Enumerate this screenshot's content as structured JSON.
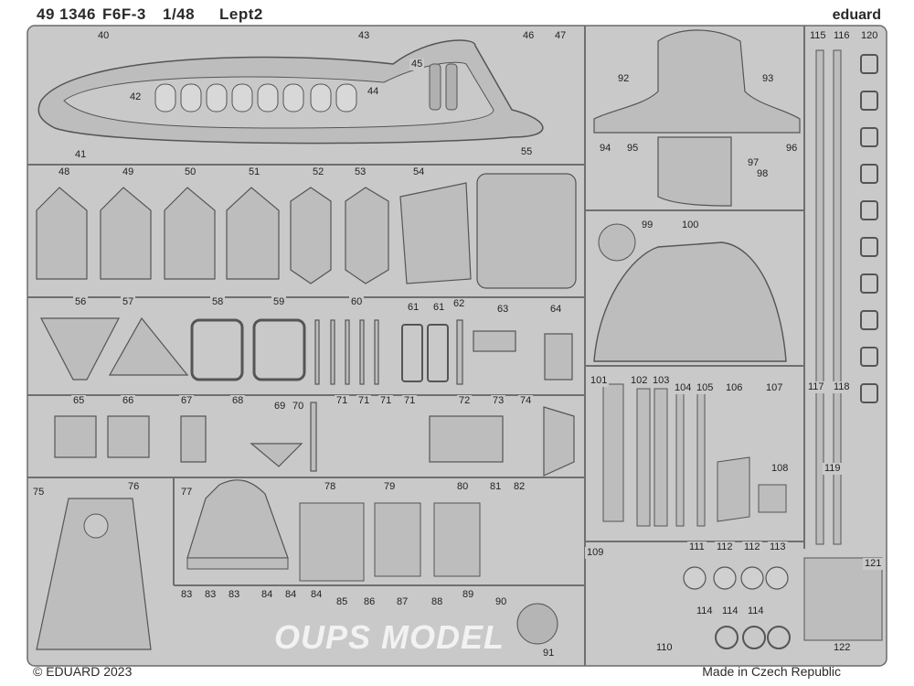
{
  "header": {
    "part_number": "49 1346",
    "model": "F6F-3",
    "scale": "1/48",
    "set_name": "Lept2",
    "brand": "eduard"
  },
  "footer": {
    "copyright": "© EDUARD 2023",
    "origin": "Made in Czech Republic"
  },
  "watermark": "OUPS MODEL",
  "part_labels": [
    "40",
    "41",
    "42",
    "43",
    "44",
    "45",
    "46",
    "47",
    "48",
    "49",
    "50",
    "51",
    "52",
    "53",
    "54",
    "55",
    "56",
    "57",
    "58",
    "59",
    "60",
    "61",
    "61",
    "62",
    "63",
    "64",
    "65",
    "66",
    "67",
    "68",
    "69",
    "70",
    "71",
    "71",
    "71",
    "71",
    "72",
    "73",
    "74",
    "75",
    "76",
    "77",
    "78",
    "79",
    "80",
    "81",
    "82",
    "83",
    "83",
    "83",
    "84",
    "84",
    "84",
    "85",
    "86",
    "87",
    "88",
    "89",
    "90",
    "91",
    "92",
    "93",
    "94",
    "95",
    "96",
    "97",
    "98",
    "99",
    "100",
    "101",
    "102",
    "103",
    "104",
    "105",
    "106",
    "107",
    "108",
    "109",
    "110",
    "111",
    "112",
    "112",
    "113",
    "114",
    "114",
    "114",
    "115",
    "116",
    "117",
    "118",
    "119",
    "120",
    "121",
    "122"
  ],
  "colors": {
    "fret": "#c9c9c9",
    "part": "#bdbdbd",
    "outline": "#5a5a5a",
    "background": "#ffffff",
    "text": "#222222"
  }
}
